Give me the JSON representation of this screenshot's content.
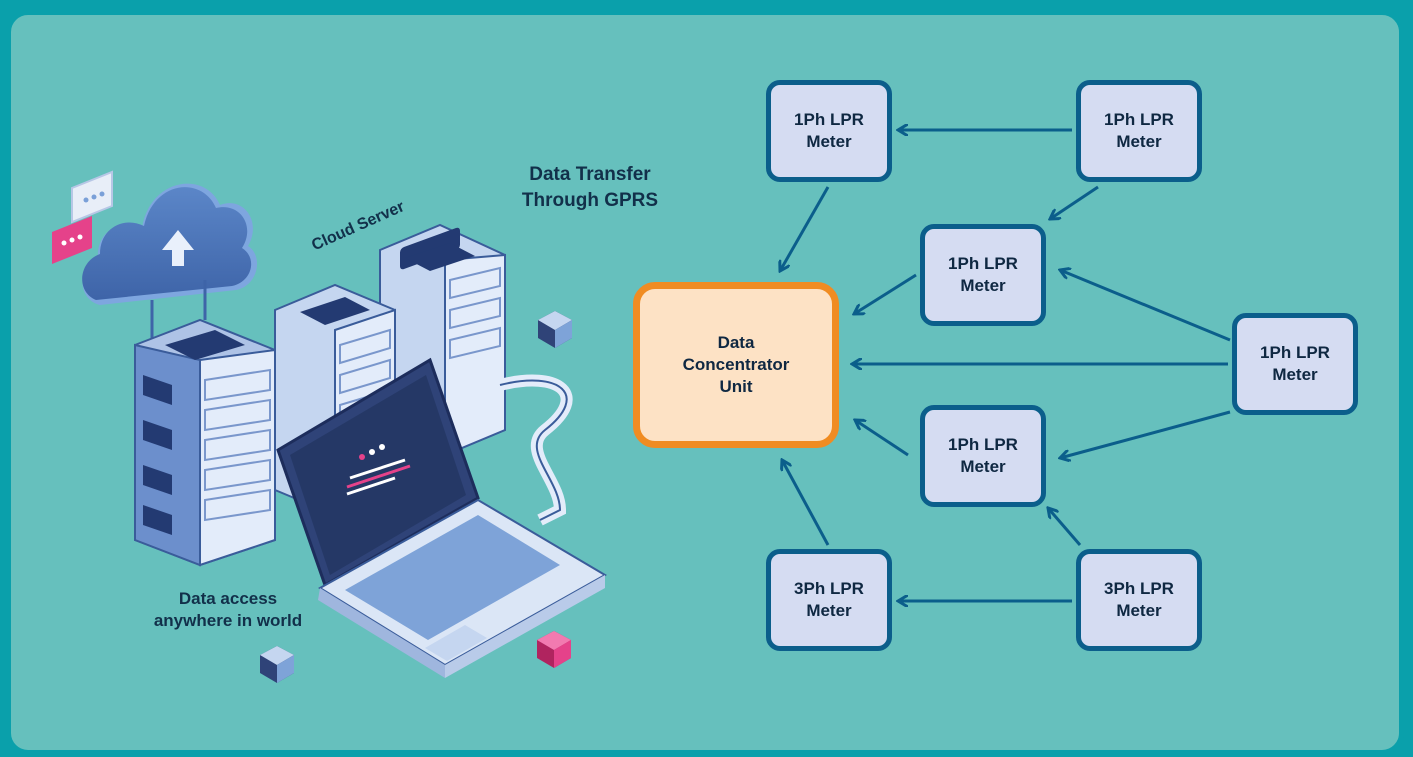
{
  "labels": {
    "cloud_server": "Cloud Server",
    "data_transfer": "Data Transfer\nThrough GPRS",
    "data_access": "Data access\nanywhere in world"
  },
  "dcu": {
    "label": "Data\nConcentrator\nUnit"
  },
  "meters": {
    "m1": "1Ph LPR\nMeter",
    "m2": "1Ph LPR\nMeter",
    "m3": "1Ph LPR\nMeter",
    "m4": "1Ph LPR\nMeter",
    "m5": "1Ph LPR\nMeter",
    "m6": "3Ph LPR\nMeter",
    "m7": "3Ph LPR\nMeter"
  },
  "colors": {
    "background": "#66c0bd",
    "border": "#0aa0ab",
    "meter_fill": "#d5dcf2",
    "meter_stroke": "#0b5e8b",
    "dcu_fill": "#fde2c5",
    "dcu_stroke": "#f08c22",
    "arrow": "#0b5e8b"
  },
  "icons": [
    "cloud-upload-icon",
    "chat-bubble-icon",
    "server-rack-icon",
    "laptop-icon",
    "cube-icon"
  ]
}
